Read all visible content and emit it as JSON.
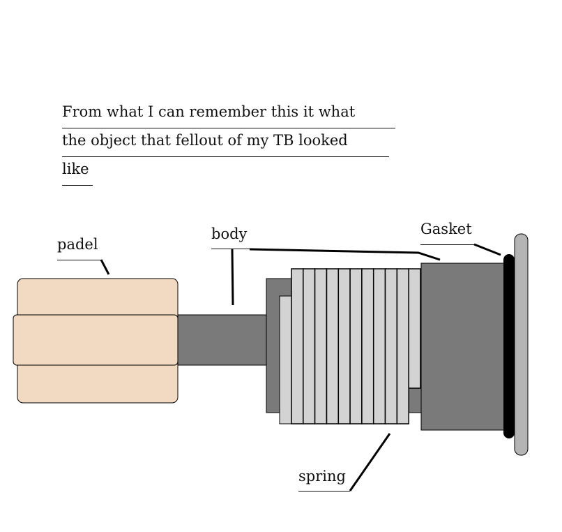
{
  "caption": {
    "lines": [
      "From what I can remember this it what",
      "the object that fellout of my TB looked",
      "like"
    ]
  },
  "labels": {
    "padel": "padel",
    "body": "body",
    "gasket": "Gasket",
    "spring": "spring"
  },
  "spring": {
    "coil_count": 11
  },
  "colors": {
    "padel_fill": "#f1d9c2",
    "body_fill": "#7a7a7a",
    "spring_fill": "#d3d3d3",
    "gasket_fill": "#000000",
    "flange_fill": "#b4b4b4",
    "line": "#000000"
  }
}
